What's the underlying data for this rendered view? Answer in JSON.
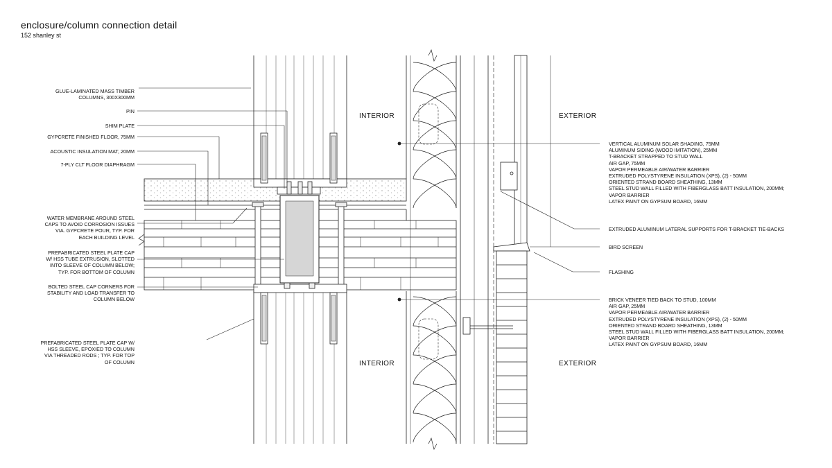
{
  "header": {
    "title": "enclosure/column connection detail",
    "subtitle": "152 shanley st"
  },
  "zones": {
    "interior_top": "INTERIOR",
    "exterior_top": "EXTERIOR",
    "interior_bottom": "INTERIOR",
    "exterior_bottom": "EXTERIOR"
  },
  "labels_left": {
    "glulam_1": "GLUE-LAMINATED MASS TIMBER",
    "glulam_2": "COLUMNS, 300X300mm",
    "pin": "PIN",
    "shim": "SHIM PLATE",
    "gypcrete": "GYPCRETE FINISHED FLOOR, 75mm",
    "acoustic": "ACOUSTIC INSULATION MAT, 20mm",
    "clt": "7-PLY CLT FLOOR DIAPHRAGM",
    "membrane_1": "WATER MEMBRANE AROUND STEEL",
    "membrane_2": "CAPS TO AVOID CORROSION ISSUES",
    "membrane_3": "VIA. GYPCRETE POUR, TYP. FOR",
    "membrane_4": "EACH BUILDING LEVEL",
    "plate_cap_bottom_1": "PREFABRICATED STEEL PLATE CAP",
    "plate_cap_bottom_2": "w/ HSS TUBE EXTRUSION, SLOTTED",
    "plate_cap_bottom_3": "INTO SLEEVE OF COLUMN BELOW;",
    "plate_cap_bottom_4": "TYP. FOR BOTTOM OF COLUMN",
    "bolted_1": "BOLTED STEEL CAP CORNERS FOR",
    "bolted_2": "STABILITY AND LOAD TRANSFER TO",
    "bolted_3": "COLUMN BELOW",
    "plate_cap_top_1": "PREFABRICATED STEEL PLATE CAP w/",
    "plate_cap_top_2": "HSS SLEEVE, EPOXIED TO COLUMN",
    "plate_cap_top_3": "VIA THREADED RODS ; TYP. FOR TOP",
    "plate_cap_top_4": "OF COLUMN"
  },
  "labels_right": {
    "upper_wall": [
      "VERTICAL ALUMINUM SOLAR SHADING, 75mm",
      "ALUMINUM SIDING (WOOD IMITATION), 25mm",
      "T-BRACKET STRAPPED TO STUD WALL",
      "AIR GAP, 75mm",
      "VAPOR PERMEABLE AIR/WATER BARRIER",
      "EXTRUDED POLYSTYRENE INSULATION (XPS), (2) - 50mm",
      "ORIENTED STRAND BOARD SHEATHING, 13mm",
      "STEEL STUD WALL FILLED WITH FIBERGLASS BATT INSULATION, 200mm;",
      "VAPOR BARRIER",
      "LATEX PAINT ON GYPSUM BOARD, 16mm"
    ],
    "lateral_supports": "EXTRUDED ALUMINUM LATERAL SUPPORTS FOR T-BRACKET TIE-BACKS",
    "bird_screen": "BIRD SCREEN",
    "flashing": "FLASHING",
    "lower_wall": [
      "BRICK VENEER TIED BACK TO STUD, 100mm",
      "AIR GAP, 25mm",
      "VAPOR PERMEABLE AIR/WATER BARRIER",
      "EXTRUDED POLYSTYRENE INSULATION (XPS), (2) - 50mm",
      "ORIENTED STRAND BOARD SHEATHING, 13mm",
      "STEEL STUD WALL FILLED WITH FIBERGLASS BATT INSULATION, 200mm;",
      "VAPOR BARRIER",
      "LATEX PAINT ON GYPSUM BOARD, 16mm"
    ]
  }
}
